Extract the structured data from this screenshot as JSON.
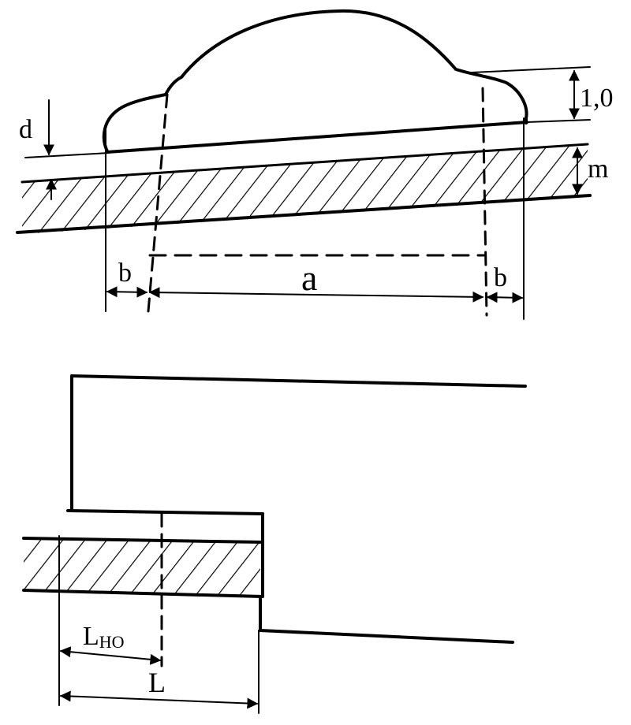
{
  "figure": {
    "top_labels": {
      "d": "d",
      "thickness": "1,0",
      "m": "m",
      "b_left": "b",
      "a": "a",
      "b_right": "b"
    },
    "bottom_labels": {
      "l_ho_main": "L",
      "l_ho_sub": "HO",
      "l": "L"
    }
  }
}
